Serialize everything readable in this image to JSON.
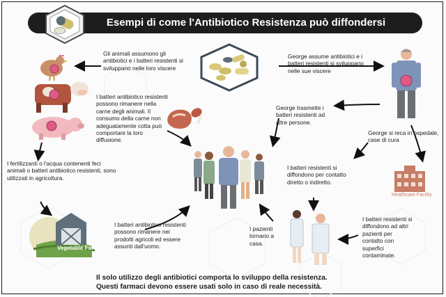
{
  "title": "Esempi di come l'Antibiotico Resistenza può diffondersi",
  "texts": {
    "animals_take": "Gli animali  assumono gli antibiotici e i batteri resistenti si sviluppano nelle loro viscere",
    "george_takes": "George assume antibiotici e i batteri resistenti si sviluppano nelle sue viscere",
    "meat": "I batteri antibiotico resistenti possono rimanere nella carne degli animali. Il consumo della carne non adeguatamente cotta può comportare  la loro diffusione.",
    "george_transmits": "George trasmette i batteri resistenti ad altre persone.",
    "george_hospital": "George si reca in ospedale, case di cura",
    "fertilizers": "I fertilizzanti o l'acqua contenenti feci animali o batteri antibiotico resistenti, sono utilizzati in agricoltura.",
    "direct_contact": "I batteri resistenti si diffondono per contatto diretto o indiretto.",
    "produce": "I batteri antibiotico resistenti possono rimanere nei prodotti agricoli ed essere assunti dall'uomo.",
    "patients_home": "I pazienti tornano a casa.",
    "surfaces": "I batteri resistenti si diffondono ad altri pazienti per contatto con superfici contaminate.",
    "vegetable_farm": "Vegetable Farm",
    "healthcare_facility": "Healthcare Facility"
  },
  "footer": {
    "line1": "Il solo utilizzo degli antibiotici comporta lo sviluppo della resistenza.",
    "line2": "Questi farmaci devono essere usati solo in caso di reale necessità."
  },
  "colors": {
    "title_bg": "#1d1d1d",
    "arrow": "#111111",
    "gut": "#e05a86",
    "farm_roof": "#5f6f7c",
    "field_green": "#6fa34a",
    "building": "#c77d66"
  }
}
